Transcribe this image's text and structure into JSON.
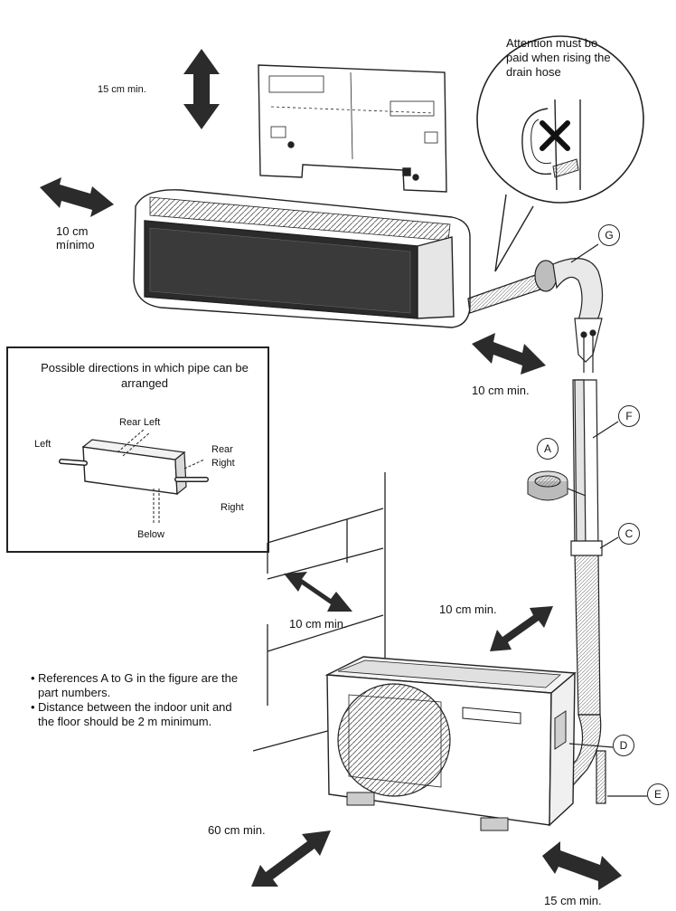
{
  "labels": {
    "top_clearance": "15 cm min.",
    "left_clearance": "10 cm\nmínimo",
    "pipe_clearance": "10 cm min.",
    "wall_clearance": "10 cm min.",
    "outdoor_side_clearance": "10 cm min.",
    "front_clearance": "60 cm min.",
    "right_clearance": "15 cm min."
  },
  "callout": {
    "text": "Attention must be paid when rising the drain hose"
  },
  "inset": {
    "title": "Possible directions in which pipe can be arranged",
    "rear_left": "Rear Left",
    "left": "Left",
    "rear_right": "Rear\nRight",
    "right": "Right",
    "below": "Below"
  },
  "parts": {
    "a": "A",
    "c": "C",
    "d": "D",
    "e": "E",
    "f": "F",
    "g": "G"
  },
  "notes": [
    "References A to G in the figure are the part numbers.",
    "Distance between the indoor unit and the floor should be 2 m minimum."
  ],
  "colors": {
    "ink": "#111111",
    "line": "#222222",
    "unit_dark": "#2b2b2b",
    "unit_light": "#d9d9d9"
  }
}
